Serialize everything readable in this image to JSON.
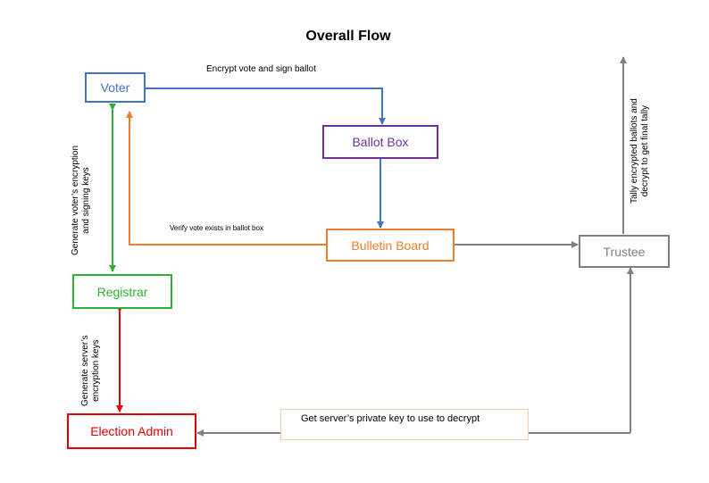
{
  "title": "Overall Flow",
  "nodes": {
    "voter": {
      "label": "Voter",
      "color": "#4472c4"
    },
    "ballot_box": {
      "label": "Ballot Box",
      "color": "#7030a0"
    },
    "bulletin_board": {
      "label": "Bulletin Board",
      "color": "#ed7d31"
    },
    "trustee": {
      "label": "Trustee",
      "color": "#808080"
    },
    "registrar": {
      "label": "Registrar",
      "color": "#2eb135"
    },
    "election_admin": {
      "label": "Election Admin",
      "color": "#e00000"
    }
  },
  "edges": {
    "encrypt_vote": {
      "label": "Encrypt vote and sign ballot"
    },
    "verify_vote": {
      "label": "Verify vote exists in ballot box"
    },
    "voter_keys": {
      "line1": "Generate voter’s encryption",
      "line2": "and signing keys"
    },
    "server_keys": {
      "line1": "Generate server’s",
      "line2": "encryption keys"
    },
    "tally": {
      "line1": "Tally encrypted ballots and",
      "line2": "decrypt to get final tally"
    },
    "private_key": {
      "label": "Get server’s private key to use to decrypt",
      "box_color": "#f8cbad"
    }
  }
}
